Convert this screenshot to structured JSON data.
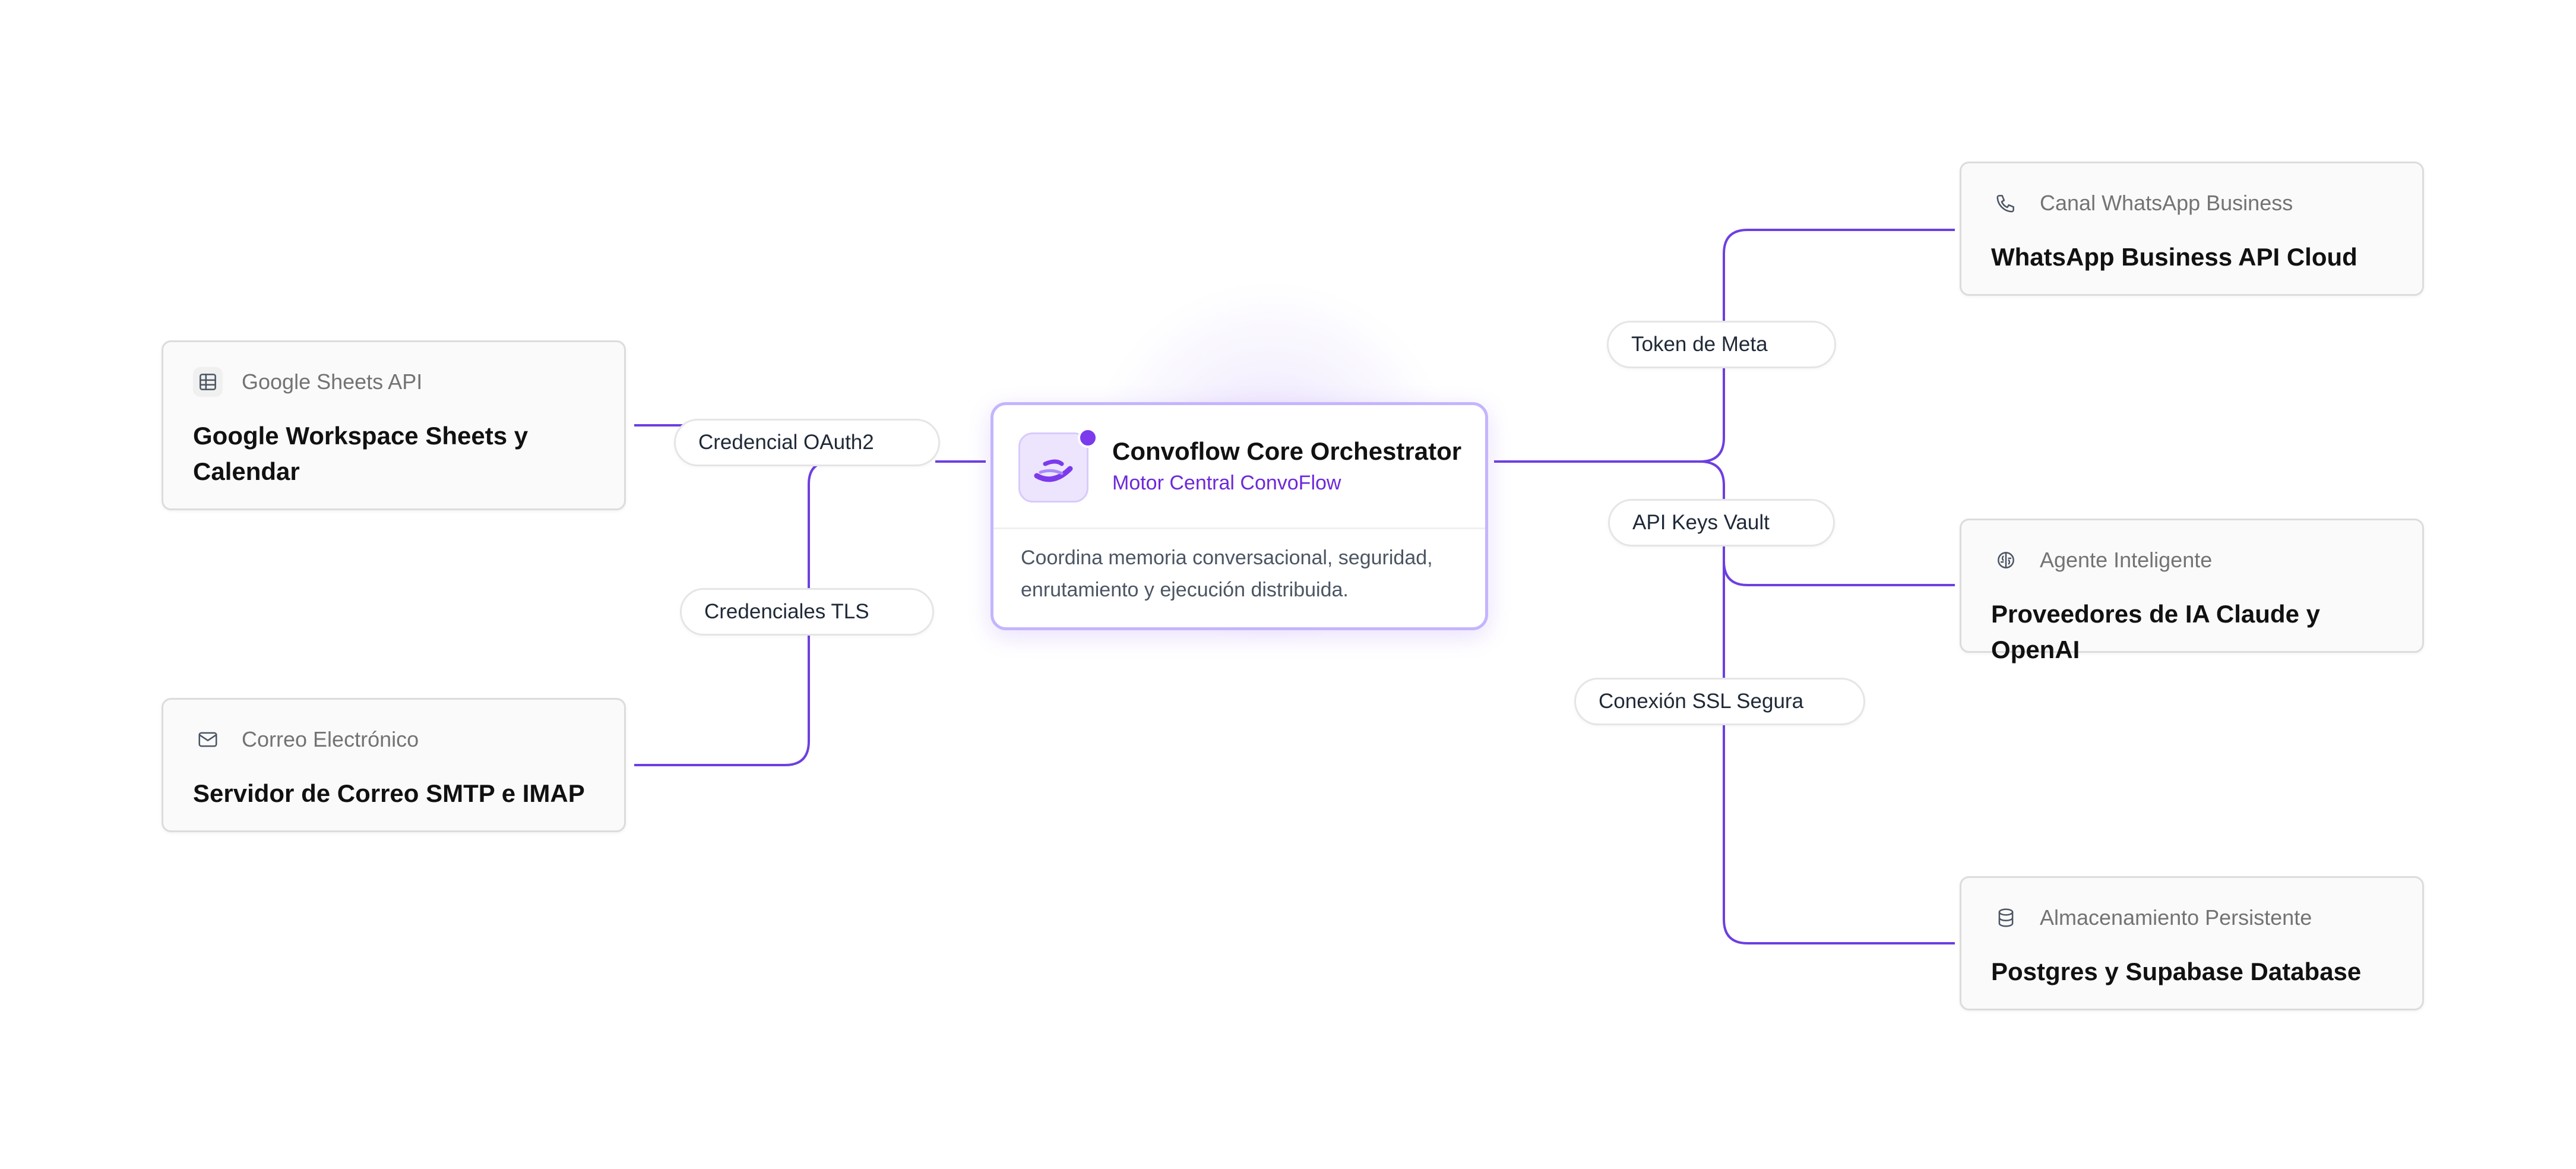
{
  "colors": {
    "accent": "#7c3aed",
    "wire": "#6d3fe0",
    "core_border": "#c4b5fd"
  },
  "core": {
    "title": "Convoflow Core Orchestrator",
    "subtitle": "Motor Central ConvoFlow",
    "description": "Coordina memoria conversacional, seguridad, enrutamiento y ejecución distribuida.",
    "icon": "convoflow-logo"
  },
  "nodes": {
    "sheets": {
      "category": "Google Sheets API",
      "title": "Google Workspace Sheets y Calendar",
      "icon": "table-icon"
    },
    "email": {
      "category": "Correo Electrónico",
      "title": "Servidor de Correo SMTP e IMAP",
      "icon": "mail-icon"
    },
    "whatsapp": {
      "category": "Canal WhatsApp Business",
      "title": "WhatsApp Business API Cloud",
      "icon": "phone-icon"
    },
    "ai": {
      "category": "Agente Inteligente",
      "title": "Proveedores de IA Claude y OpenAI",
      "icon": "brain-icon"
    },
    "db": {
      "category": "Almacenamiento Persistente",
      "title": "Postgres y Supabase Database",
      "icon": "database-icon"
    }
  },
  "connections": {
    "oauth": "Credencial OAuth2",
    "tls": "Credenciales TLS",
    "meta": "Token de Meta",
    "vault": "API Keys Vault",
    "ssl": "Conexión SSL Segura"
  }
}
